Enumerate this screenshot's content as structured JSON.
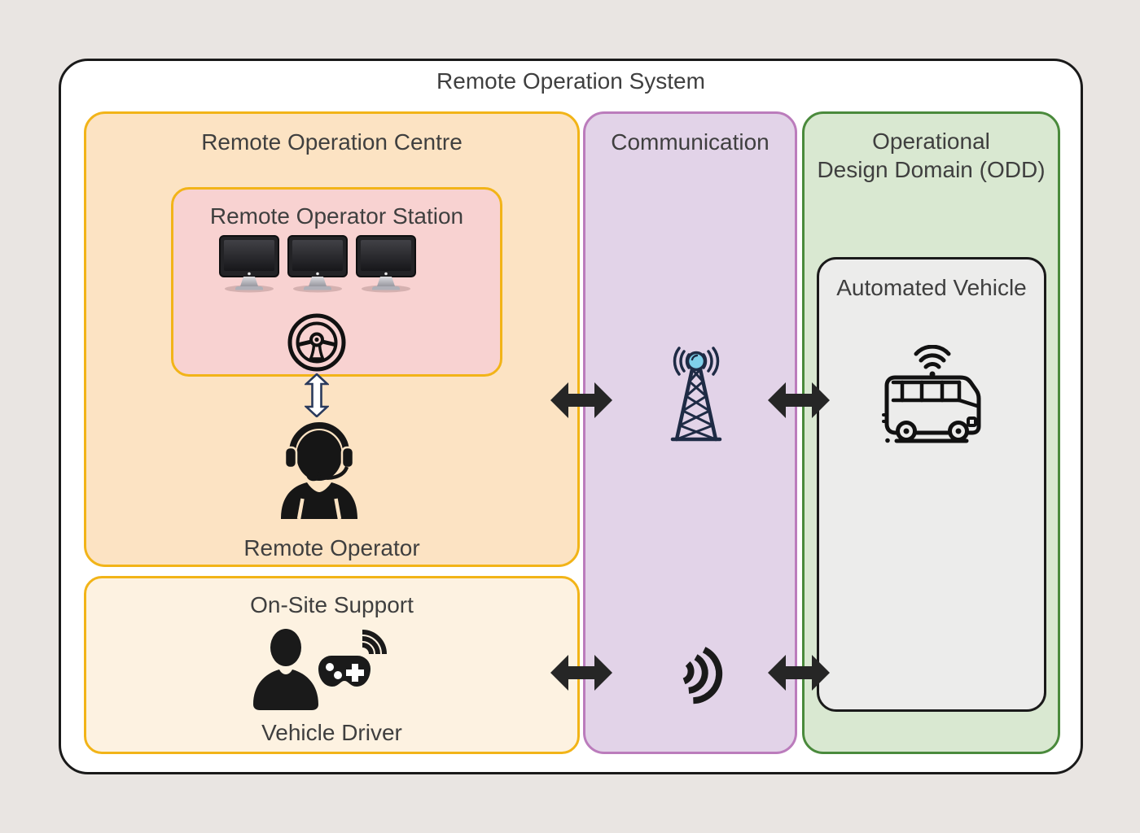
{
  "diagram": {
    "title": "Remote Operation System",
    "remote_operation_centre": {
      "label": "Remote Operation Centre",
      "remote_operator_station": {
        "label": "Remote Operator Station"
      },
      "remote_operator_label": "Remote Operator"
    },
    "on_site_support": {
      "label": "On-Site Support",
      "vehicle_driver_label": "Vehicle Driver"
    },
    "communication": {
      "label": "Communication"
    },
    "operational_design_domain": {
      "label_lines": [
        "Operational",
        "Design Domain (ODD)"
      ],
      "automated_vehicle": {
        "label": "Automated Vehicle"
      }
    },
    "icons": {
      "station_monitors": "monitor-icon",
      "station_controls": "steering-wheel-icon",
      "station_operator_link": "up-down-arrow-icon",
      "remote_operator": "operator-headset-icon",
      "vehicle_driver": "driver-gamepad-icon",
      "communication_uplink": "radio-tower-icon",
      "communication_local": "signal-waves-icon",
      "automated_vehicle": "automated-bus-icon",
      "links": "left-right-arrow-icon"
    },
    "colors": {
      "background": "#e9e5e2",
      "outer_fill": "#ffffff",
      "outer_border": "#1a1a1a",
      "centre_fill": "#fce3c3",
      "centre_border": "#f2b418",
      "station_fill": "#f8d2d1",
      "support_fill": "#fdf2e1",
      "communication_fill": "#e2d3e8",
      "communication_border": "#bb7cbc",
      "odd_fill": "#d9e8d1",
      "odd_border": "#4a8a3c",
      "vehicle_fill": "#ececeb",
      "arrow_color": "#262626",
      "tower_color": "#1e2b45",
      "tower_ball": "#7fd0ea",
      "text_color": "#3f3f3f"
    }
  }
}
